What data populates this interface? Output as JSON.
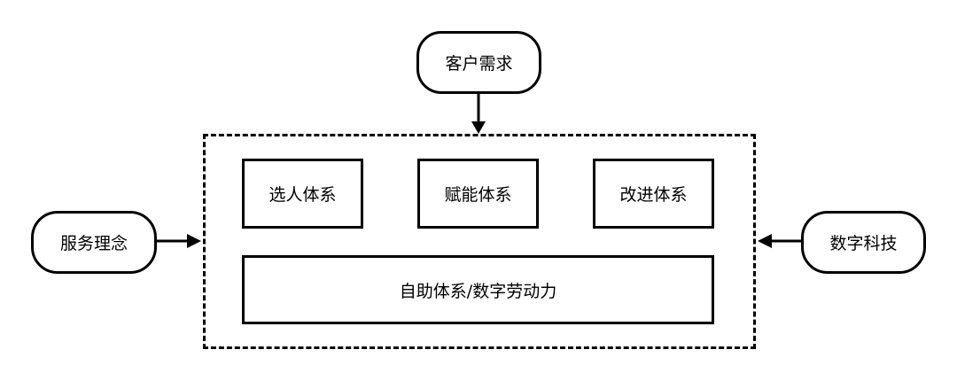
{
  "diagram": {
    "inputs": {
      "top": "客户需求",
      "left": "服务理念",
      "right": "数字科技"
    },
    "systems": {
      "select": "选人体系",
      "empower": "赋能体系",
      "improve": "改进体系",
      "self_service": "自助体系/数字劳动力"
    }
  }
}
